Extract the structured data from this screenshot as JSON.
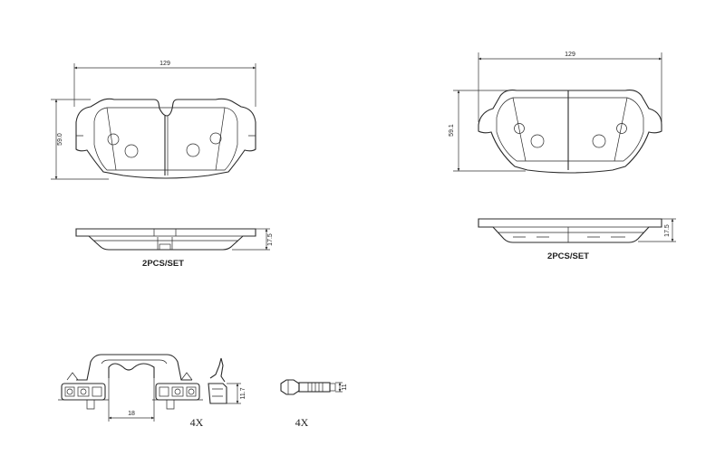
{
  "pad_left": {
    "width": "129",
    "height": "59.0",
    "thickness": "17.5",
    "set_label": "2PCS/SET"
  },
  "pad_right": {
    "width": "129",
    "height": "59.1",
    "thickness": "17.5",
    "set_label": "2PCS/SET"
  },
  "hardware": {
    "caliper_width": "18",
    "clip_height": "11.7",
    "clip_qty": "4X",
    "bolt_dim": "11",
    "bolt_qty": "4X"
  }
}
